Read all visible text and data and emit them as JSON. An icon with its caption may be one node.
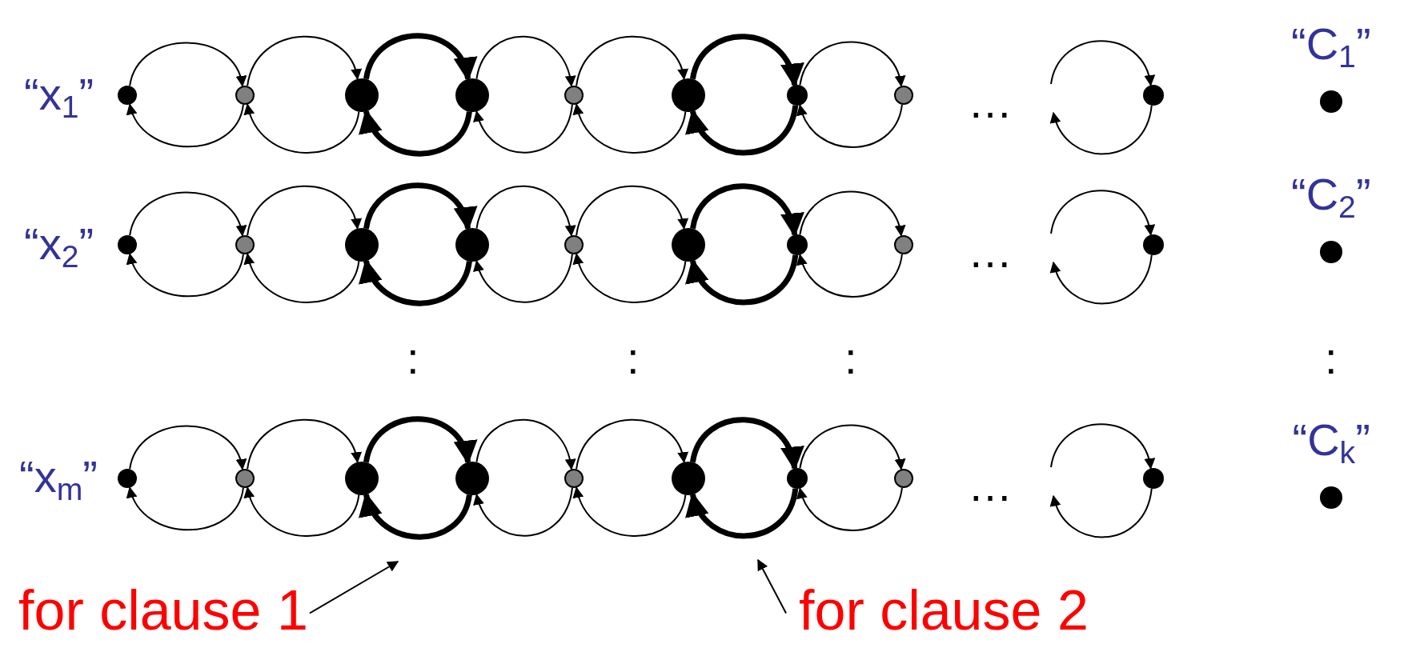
{
  "diagram": {
    "nodes": [
      {
        "text": [],
        "shape": "circle"
      },
      {
        "text": [],
        "shape": "circle"
      },
      {
        "text": [],
        "shape": "circle"
      },
      {
        "text": [],
        "shape": "circle"
      },
      {
        "text": [],
        "shape": "circle"
      },
      {
        "text": [],
        "shape": "circle"
      },
      {
        "text": [],
        "shape": "circle"
      },
      {
        "text": [],
        "shape": "circle"
      },
      {
        "text": [],
        "shape": "circle"
      },
      {
        "text": [],
        "shape": "circle"
      },
      {
        "text": [],
        "shape": "circle"
      },
      {
        "text": [],
        "shape": "circle"
      },
      {
        "text": [],
        "shape": "circle"
      },
      {
        "text": [],
        "shape": "circle"
      },
      {
        "text": [],
        "shape": "circle"
      },
      {
        "text": [],
        "shape": "circle"
      },
      {
        "text": [],
        "shape": "circle"
      },
      {
        "text": [],
        "shape": "circle"
      },
      {
        "text": [],
        "shape": "circle"
      },
      {
        "text": [],
        "shape": "circle"
      },
      {
        "text": [],
        "shape": "circle"
      },
      {
        "text": [],
        "shape": "circle"
      },
      {
        "text": [],
        "shape": "circle"
      },
      {
        "text": [],
        "shape": "circle"
      },
      {
        "text": [],
        "shape": "circle"
      },
      {
        "text": [],
        "shape": "circle"
      },
      {
        "text": [],
        "shape": "circle"
      },
      {
        "text": [],
        "shape": "circle",
        "beside": [
          "“C$_{1}$”"
        ]
      },
      {
        "text": [],
        "shape": "circle",
        "beside": [
          "“C$_{2}$”"
        ]
      },
      {
        "text": [],
        "shape": "circle",
        "beside": [
          "“C$_{k}$”"
        ]
      },
      {
        "text": [
          "for clause 1"
        ]
      },
      {
        "text": [
          "for clause 2"
        ]
      }
    ],
    "edges": [
      {
        "from": 0,
        "to": 1,
        "arrow": "to"
      },
      {
        "from": 1,
        "to": 0,
        "arrow": "to"
      },
      {
        "from": 1,
        "to": 2,
        "arrow": "to"
      },
      {
        "from": 2,
        "to": 1,
        "arrow": "to"
      },
      {
        "from": 2,
        "to": 3,
        "arrow": "to",
        "style": "thick"
      },
      {
        "from": 3,
        "to": 2,
        "arrow": "to",
        "style": "thick"
      },
      {
        "from": 3,
        "to": 4,
        "arrow": "to"
      },
      {
        "from": 4,
        "to": 3,
        "arrow": "to"
      },
      {
        "from": 4,
        "to": 5,
        "arrow": "to"
      },
      {
        "from": 5,
        "to": 4,
        "arrow": "to"
      },
      {
        "from": 5,
        "to": 6,
        "arrow": "to",
        "style": "thick"
      },
      {
        "from": 6,
        "to": 5,
        "arrow": "to",
        "style": "thick"
      },
      {
        "from": 6,
        "to": 7,
        "arrow": "to"
      },
      {
        "from": 7,
        "to": 6,
        "arrow": "to"
      },
      {
        "from": null,
        "to": 8,
        "arrow": "to"
      },
      {
        "from": 8,
        "to": null,
        "arrow": "to"
      },
      {
        "from": 9,
        "to": 10,
        "arrow": "to"
      },
      {
        "from": 10,
        "to": 9,
        "arrow": "to"
      },
      {
        "from": 10,
        "to": 11,
        "arrow": "to"
      },
      {
        "from": 11,
        "to": 10,
        "arrow": "to"
      },
      {
        "from": 11,
        "to": 12,
        "arrow": "to",
        "style": "thick"
      },
      {
        "from": 12,
        "to": 11,
        "arrow": "to",
        "style": "thick"
      },
      {
        "from": 12,
        "to": 13,
        "arrow": "to"
      },
      {
        "from": 13,
        "to": 12,
        "arrow": "to"
      },
      {
        "from": 13,
        "to": 14,
        "arrow": "to"
      },
      {
        "from": 14,
        "to": 13,
        "arrow": "to"
      },
      {
        "from": 14,
        "to": 15,
        "arrow": "to",
        "style": "thick"
      },
      {
        "from": 15,
        "to": 14,
        "arrow": "to",
        "style": "thick"
      },
      {
        "from": 15,
        "to": 16,
        "arrow": "to"
      },
      {
        "from": 16,
        "to": 15,
        "arrow": "to"
      },
      {
        "from": null,
        "to": 17,
        "arrow": "to"
      },
      {
        "from": 17,
        "to": null,
        "arrow": "to"
      },
      {
        "from": 18,
        "to": 19,
        "arrow": "to"
      },
      {
        "from": 19,
        "to": 18,
        "arrow": "to"
      },
      {
        "from": 19,
        "to": 20,
        "arrow": "to"
      },
      {
        "from": 20,
        "to": 19,
        "arrow": "to"
      },
      {
        "from": 20,
        "to": 21,
        "arrow": "to",
        "style": "thick"
      },
      {
        "from": 21,
        "to": 20,
        "arrow": "to",
        "style": "thick"
      },
      {
        "from": 21,
        "to": 22,
        "arrow": "to"
      },
      {
        "from": 22,
        "to": 21,
        "arrow": "to"
      },
      {
        "from": 22,
        "to": 23,
        "arrow": "to"
      },
      {
        "from": 23,
        "to": 22,
        "arrow": "to"
      },
      {
        "from": 23,
        "to": 24,
        "arrow": "to",
        "style": "thick"
      },
      {
        "from": 24,
        "to": 23,
        "arrow": "to",
        "style": "thick"
      },
      {
        "from": 24,
        "to": 25,
        "arrow": "to"
      },
      {
        "from": 25,
        "to": 24,
        "arrow": "to"
      },
      {
        "from": null,
        "to": 26,
        "arrow": "to"
      },
      {
        "from": 26,
        "to": null,
        "arrow": "to"
      },
      {
        "from": 30,
        "to": null,
        "arrow": "to"
      },
      {
        "from": 31,
        "to": null,
        "arrow": "to"
      }
    ],
    "labels": [
      "“x$_{1}$”",
      "…",
      "“x$_{2}$”",
      "…",
      ":",
      ":",
      ":",
      ":",
      "“x$_{m}$”",
      "…"
    ]
  }
}
